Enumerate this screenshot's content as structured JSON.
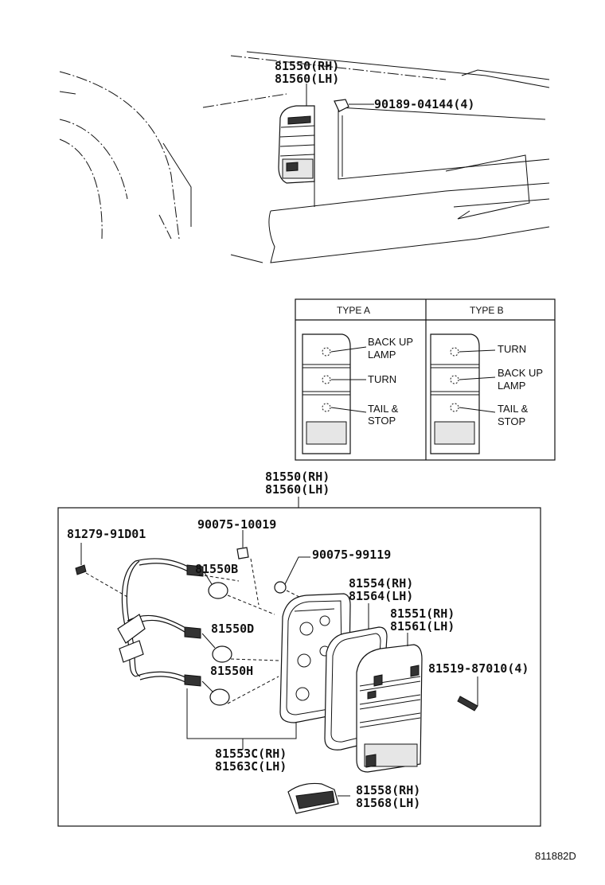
{
  "top_view": {
    "lamp_rh": "81550(RH)",
    "lamp_lh": "81560(LH)",
    "clip_part": "90189-04144(4)"
  },
  "type_table": {
    "type_a": {
      "header": "TYPE A",
      "back_up_1": "BACK UP",
      "back_up_2": "LAMP",
      "turn": "TURN",
      "tail_1": "TAIL &",
      "tail_2": "STOP"
    },
    "type_b": {
      "header": "TYPE B",
      "turn": "TURN",
      "back_up_1": "BACK UP",
      "back_up_2": "LAMP",
      "tail_1": "TAIL &",
      "tail_2": "STOP"
    }
  },
  "exploded": {
    "assy_rh": "81550(RH)",
    "assy_lh": "81560(LH)",
    "screw": "81279-91D01",
    "nut_1": "90075-10019",
    "nut_2": "90075-99119",
    "bulb_b": "81550B",
    "bulb_d": "81550D",
    "bulb_h": "81550H",
    "gasket_rh": "81554(RH)",
    "gasket_lh": "81564(LH)",
    "lens_rh": "81551(RH)",
    "lens_lh": "81561(LH)",
    "lens_screw": "81519-87010(4)",
    "socket_rh": "81553C(RH)",
    "socket_lh": "81563C(LH)",
    "reflector_rh": "81558(RH)",
    "reflector_lh": "81568(LH)"
  },
  "diagram_code": "811882D"
}
